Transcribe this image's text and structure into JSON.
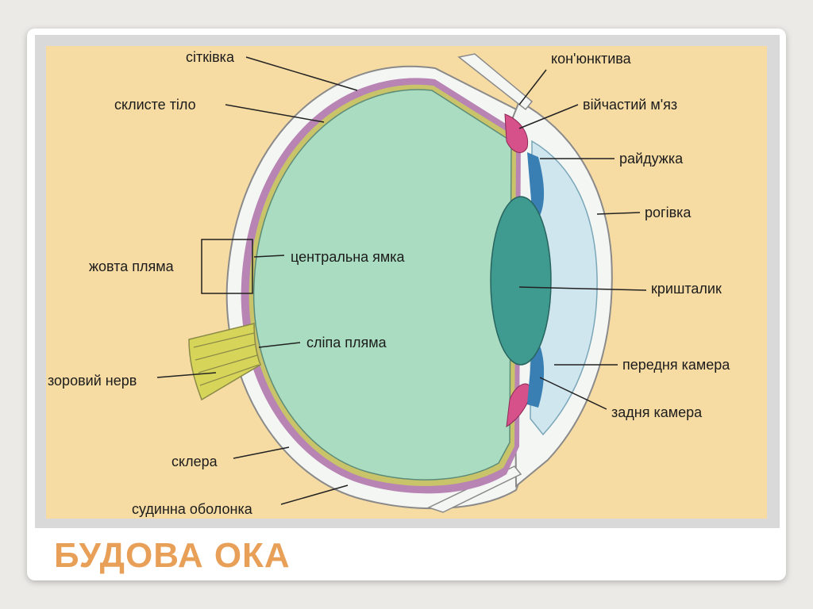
{
  "slide": {
    "title": "БУДОВА ОКА"
  },
  "diagram": {
    "labels": {
      "retina": "сітківка",
      "vitreous_body": "склисте тіло",
      "macula": "жовта пляма",
      "fovea": "центральна ямка",
      "blind_spot": "сліпа пляма",
      "optic_nerve": "зоровий нерв",
      "sclera": "склера",
      "choroid": "судинна оболонка",
      "conjunctiva": "кон'юнктива",
      "ciliary_muscle": "війчастий м'яз",
      "iris": "райдужка",
      "cornea": "рогівка",
      "lens": "кришталик",
      "anterior_chamber": "передня камера",
      "posterior_chamber": "задня камера"
    },
    "colors": {
      "background": "#f6dba3",
      "vitreous": "#a9dcc0",
      "lens": "#3f9a90",
      "cornea_chamber": "#cfe6ee",
      "iris": "#3a7fb4",
      "ciliary": "#d6508a",
      "choroid": "#b784b4",
      "retina": "#c9c36a",
      "sclera": "#f4f6f4",
      "optic_nerve": "#d7d45a"
    }
  }
}
